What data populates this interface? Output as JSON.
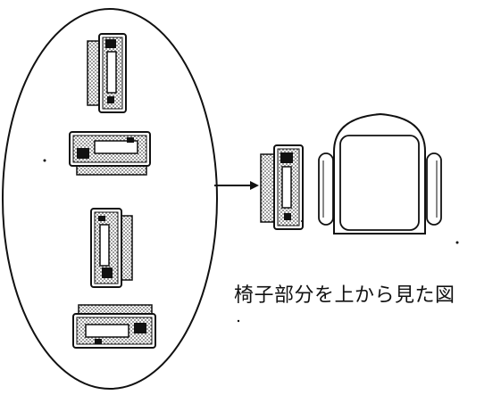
{
  "caption": "椅子部分を上から見た図",
  "colors": {
    "ink": "#111111",
    "background": "#ffffff",
    "dotted_fill": "#bdbdbd"
  },
  "ellipse_items": [
    {
      "orientation": "vertical",
      "dotted_side": "left"
    },
    {
      "orientation": "horizontal",
      "dotted_side": "bottom"
    },
    {
      "orientation": "vertical",
      "dotted_side": "right"
    },
    {
      "orientation": "horizontal",
      "dotted_side": "top"
    }
  ],
  "chair_item": {
    "orientation": "vertical",
    "dotted_side": "left"
  }
}
